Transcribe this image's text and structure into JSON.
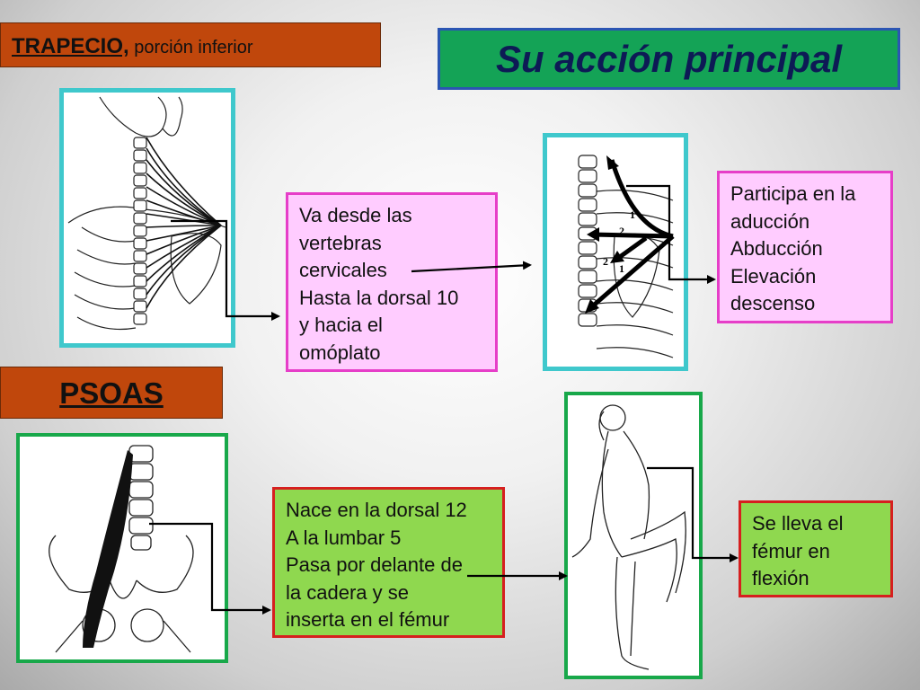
{
  "header_trapecio": {
    "main": "TRAPECIO,",
    "sub": " porción inferior"
  },
  "header_action": {
    "title": "Su acción principal"
  },
  "header_psoas": {
    "title": "PSOAS"
  },
  "trapecio_origin": {
    "lines": [
      "Va desde las",
      "vertebras",
      "cervicales",
      "Hasta la dorsal 10",
      "y hacia el",
      "omóplato"
    ]
  },
  "trapecio_action": {
    "lines": [
      "Participa en la",
      "aducción",
      "Abducción",
      "Elevación",
      "descenso"
    ]
  },
  "trapecio_diagram": {
    "labels": [
      "1",
      "2",
      "2",
      "1"
    ]
  },
  "psoas_origin": {
    "lines": [
      "Nace en la dorsal 12",
      "A la lumbar 5",
      "Pasa por delante de",
      "la cadera y se",
      "inserta en el fémur"
    ]
  },
  "psoas_action": {
    "lines": [
      "Se lleva el",
      "fémur en",
      "flexión"
    ]
  },
  "colors": {
    "header_orange": "#c0470c",
    "action_green": "#14a356",
    "action_border_blue": "#2b55b3",
    "pink_fill": "#ffccff",
    "pink_border": "#e63ec8",
    "green_fill": "#8fd84f",
    "red_border": "#d61f1f",
    "cyan_frame": "#3fc8cc",
    "green_frame": "#18a84a"
  }
}
